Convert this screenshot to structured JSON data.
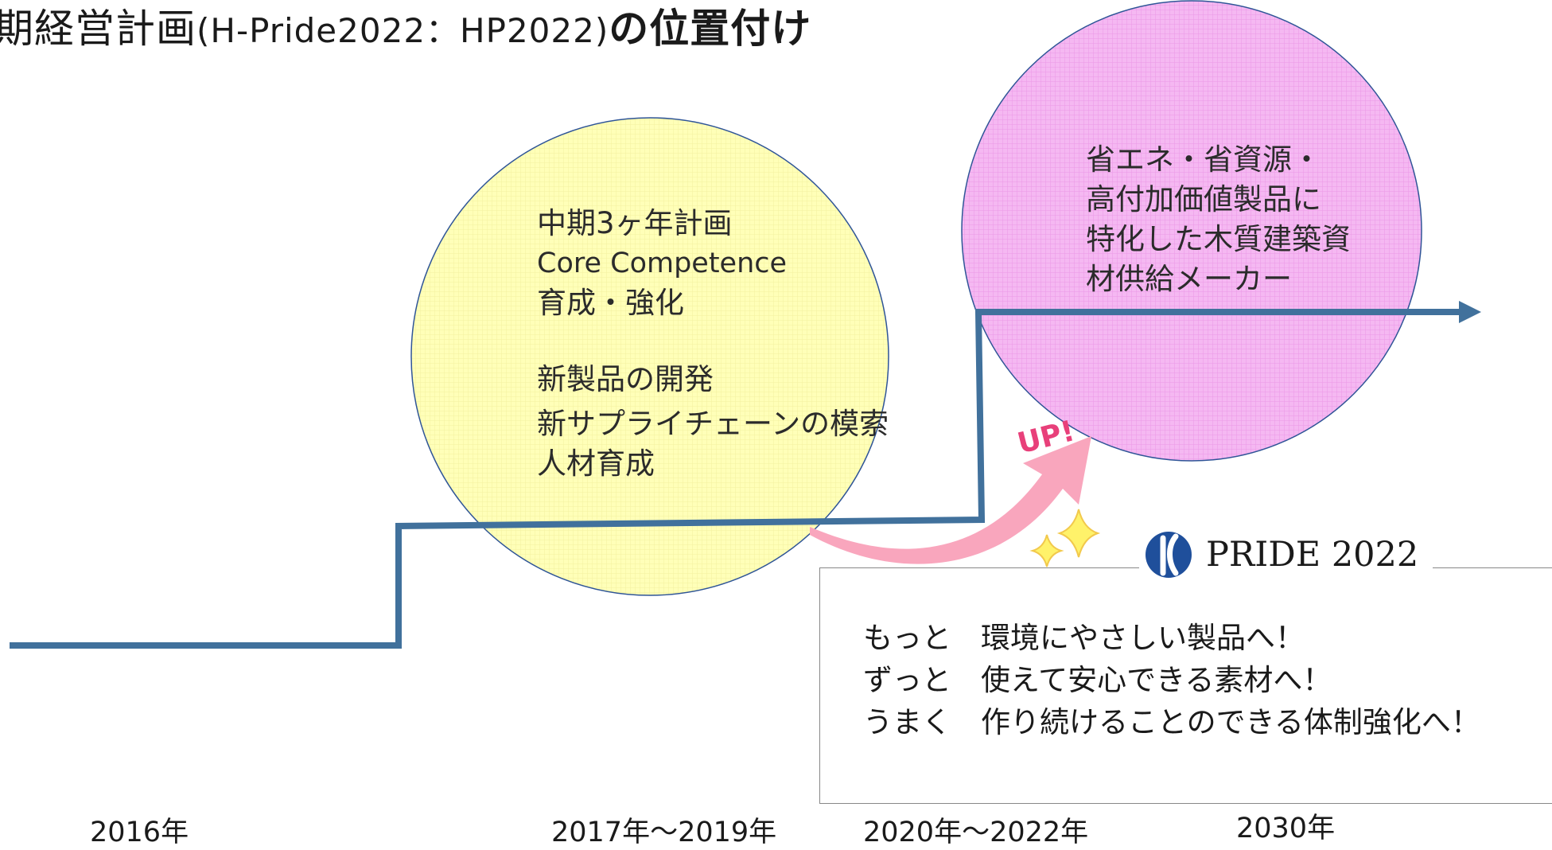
{
  "title": {
    "part1": "期経営計画",
    "part2": "(H-Pride2022：HP2022)",
    "part3": "の位置付け"
  },
  "mid_circle": {
    "line1": "中期3ヶ年計画",
    "line2": "Core Competence",
    "line3": "育成・強化",
    "line4": "新製品の開発",
    "line5": "新サプライチェーンの模索",
    "line6": "人材育成"
  },
  "pink_circle": {
    "line1": "省エネ・省資源・",
    "line2": "高付加価値製品に",
    "line3": "特化した木質建築資",
    "line4": "材供給メーカー"
  },
  "up_label": "UP!",
  "pride": {
    "brand": "PRIDE 2022",
    "lines": [
      "もっと　環境にやさしい製品へ！",
      "ずっと　使えて安心できる素材へ！",
      "うまく　作り続けることのできる体制強化へ！"
    ]
  },
  "years": [
    "2016年",
    "2017年～2019年",
    "2020年～2022年",
    "2030年"
  ],
  "colors": {
    "step_line": "#41719c",
    "yellow_circle": "#ffffb4",
    "pink_circle": "#f4b4f0",
    "circle_border": "#2f5597",
    "up_arrow": "#f9a6bd",
    "up_text": "#e8407a",
    "sparkle": "#fff26a",
    "logo": "#1f4f9b"
  }
}
